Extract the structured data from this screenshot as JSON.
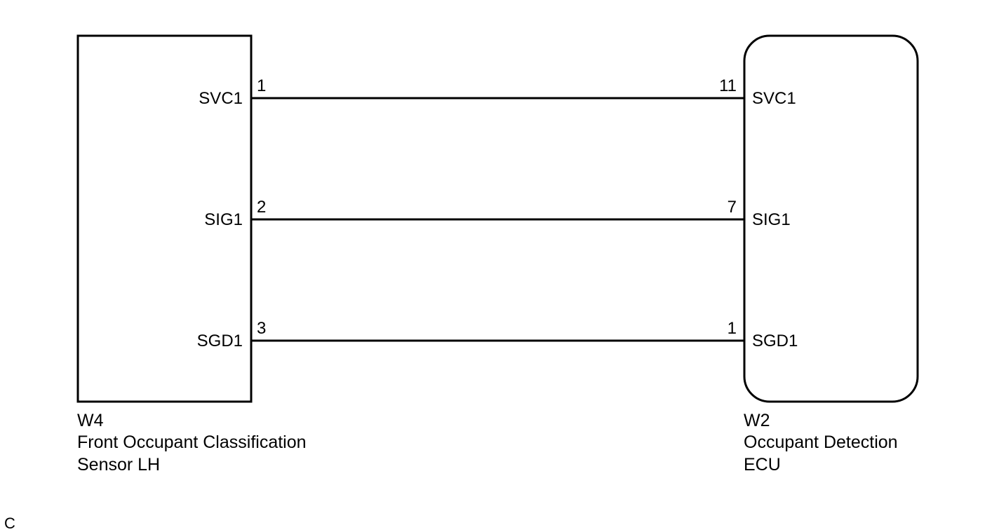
{
  "left_component": {
    "id": "W4",
    "name_line1": "Front Occupant Classification",
    "name_line2": "Sensor LH"
  },
  "right_component": {
    "id": "W2",
    "name_line1": "Occupant Detection",
    "name_line2": "ECU"
  },
  "connections": [
    {
      "left_signal": "SVC1",
      "left_pin": "1",
      "right_pin": "11",
      "right_signal": "SVC1"
    },
    {
      "left_signal": "SIG1",
      "left_pin": "2",
      "right_pin": "7",
      "right_signal": "SIG1"
    },
    {
      "left_signal": "SGD1",
      "left_pin": "3",
      "right_pin": "1",
      "right_signal": "SGD1"
    }
  ],
  "figure_code": "C",
  "colors": {
    "line": "#000000",
    "background": "#ffffff"
  }
}
